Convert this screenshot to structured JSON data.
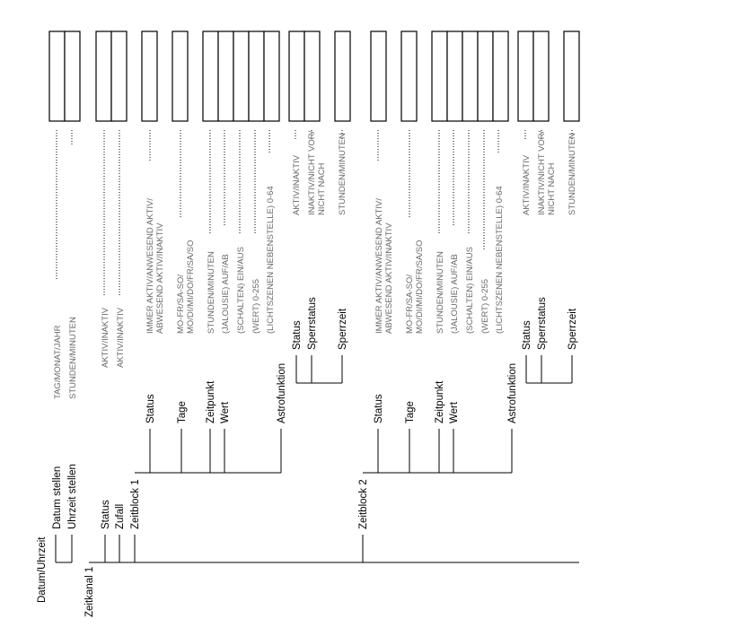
{
  "top": {
    "datum_uhrzeit": "Datum/Uhrzeit",
    "datum_stellen": "Datum stellen",
    "uhrzeit_stellen": "Uhrzeit stellen",
    "datum_format": "TAG/MONAT/JAHR",
    "uhrzeit_format": "STUNDEN/MINUTEN"
  },
  "channel": {
    "zeitkanal_1": "Zeitkanal 1",
    "status": "Status",
    "zufall": "Zufall",
    "status_opt": "AKTIV/INAKTIV",
    "zufall_opt": "AKTIV/INAKTIV"
  },
  "blocks": [
    {
      "title": "Zeitblock 1",
      "status": "Status",
      "tage": "Tage",
      "zeitpunkt": "Zeitpunkt",
      "wert": "Wert",
      "astro": "Astrofunktion",
      "astro_status": "Status",
      "sperrstatus": "Sperrstatus",
      "sperrzeit": "Sperrzeit",
      "status_opt_1": "IMMER AKTIV/ANWESEND AKTIV/",
      "status_opt_2": "ABWESEND AKTIV/INAKTIV",
      "tage_opt_1": "MO-FR/SA-SO/",
      "tage_opt_2": "MO/DI/MI/DO/FR/SA/SO",
      "zeitpunkt_opt": "STUNDEN/MINUTEN",
      "wert_jalousie": "(JALOUSIE) AUF/AB",
      "wert_schalten": "(SCHALTEN) EIN/AUS",
      "wert_wert": "(WERT) 0-255",
      "wert_licht": "(LICHTSZENEN NEBENSTELLE) 0-64",
      "astro_status_opt": "AKTIV/INAKTIV",
      "sperrstatus_opt_1": "INAKTIV/NICHT VOR/",
      "sperrstatus_opt_2": "NICHT NACH",
      "sperrzeit_opt": "STUNDEN/MINUTEN"
    },
    {
      "title": "Zeitblock 2",
      "status": "Status",
      "tage": "Tage",
      "zeitpunkt": "Zeitpunkt",
      "wert": "Wert",
      "astro": "Astrofunktion",
      "astro_status": "Status",
      "sperrstatus": "Sperrstatus",
      "sperrzeit": "Sperrzeit",
      "status_opt_1": "IMMER AKTIV/ANWESEND AKTIV/",
      "status_opt_2": "ABWESEND AKTIV/INAKTIV",
      "tage_opt_1": "MO-FR/SA-SO/",
      "tage_opt_2": "MO/DI/MI/DO/FR/SA/SO",
      "zeitpunkt_opt": "STUNDEN/MINUTEN",
      "wert_jalousie": "(JALOUSIE) AUF/AB",
      "wert_schalten": "(SCHALTEN) EIN/AUS",
      "wert_wert": "(WERT) 0-255",
      "wert_licht": "(LICHTSZENEN NEBENSTELLE) 0-64",
      "astro_status_opt": "AKTIV/INAKTIV",
      "sperrstatus_opt_1": "INAKTIV/NICHT VOR/",
      "sperrstatus_opt_2": "NICHT NACH",
      "sperrzeit_opt": "STUNDEN/MINUTEN"
    }
  ]
}
